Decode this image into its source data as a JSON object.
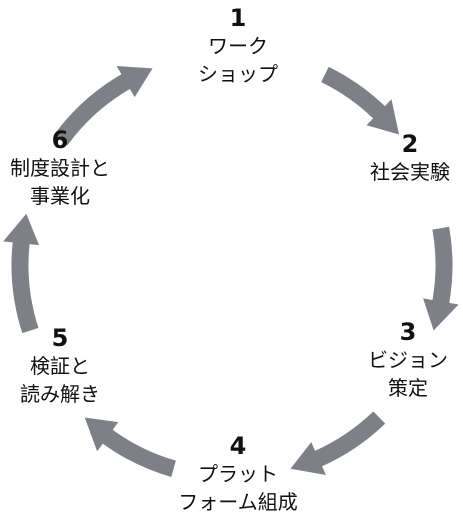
{
  "colors": {
    "arrow": "#7d8087",
    "text": "#111111",
    "background": "#ffffff"
  },
  "steps": [
    {
      "number": "1",
      "lines": [
        "ワーク",
        "ショップ"
      ]
    },
    {
      "number": "2",
      "lines": [
        "社会実験"
      ]
    },
    {
      "number": "3",
      "lines": [
        "ビジョン",
        "策定"
      ]
    },
    {
      "number": "4",
      "lines": [
        "プラット",
        "フォーム組成"
      ]
    },
    {
      "number": "5",
      "lines": [
        "検証と",
        "読み解き"
      ]
    },
    {
      "number": "6",
      "lines": [
        "制度設計と",
        "事業化"
      ]
    }
  ]
}
